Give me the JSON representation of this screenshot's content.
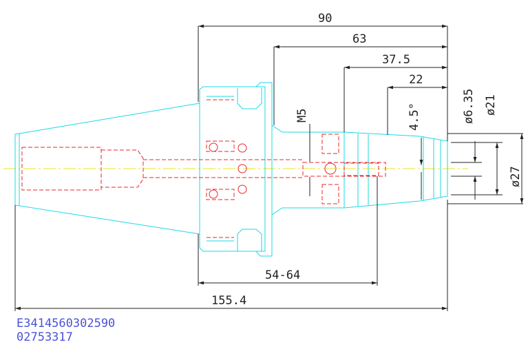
{
  "dimensions": {
    "len_90": "90",
    "len_63": "63",
    "len_37_5": "37.5",
    "len_22": "22",
    "thread": "M5",
    "angle": "4.5°",
    "dia_6_35": "ø6.35",
    "dia_21": "ø21",
    "dia_27": "ø27",
    "len_54_64": "54-64",
    "len_155_4": "155.4"
  },
  "codes": {
    "line1": "E3414560302590",
    "line2": "02753317"
  },
  "colors": {
    "outline": "#19d9e6",
    "hidden": "#e8262b",
    "centerline": "#f2e21a",
    "dimension": "#222222",
    "code_text": "#4a52d8"
  }
}
